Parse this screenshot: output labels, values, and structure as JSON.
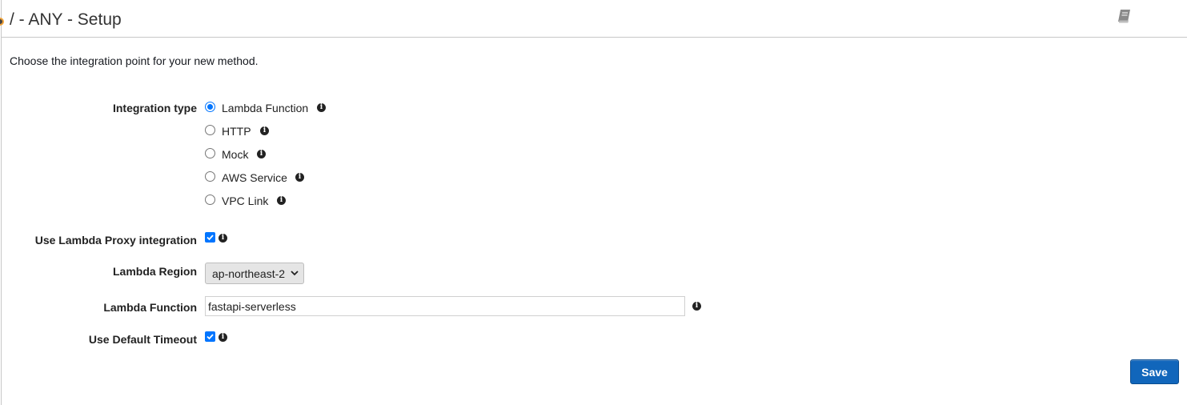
{
  "header": {
    "title": "/ - ANY - Setup",
    "icons": {
      "status": "status-dot-icon",
      "help": "book-icon"
    }
  },
  "intro_text": "Choose the integration point for your new method.",
  "integration_type": {
    "label": "Integration type",
    "options": [
      {
        "label": "Lambda Function",
        "selected": true
      },
      {
        "label": "HTTP",
        "selected": false
      },
      {
        "label": "Mock",
        "selected": false
      },
      {
        "label": "AWS Service",
        "selected": false
      },
      {
        "label": "VPC Link",
        "selected": false
      }
    ]
  },
  "proxy": {
    "label": "Use Lambda Proxy integration",
    "checked": true
  },
  "region": {
    "label": "Lambda Region",
    "value": "ap-northeast-2"
  },
  "function": {
    "label": "Lambda Function",
    "value": "fastapi-serverless"
  },
  "timeout": {
    "label": "Use Default Timeout",
    "checked": true
  },
  "actions": {
    "save_label": "Save"
  },
  "colors": {
    "accent": "#0075ff",
    "button": "#1166bb",
    "status_ring": "#f1a33a"
  }
}
